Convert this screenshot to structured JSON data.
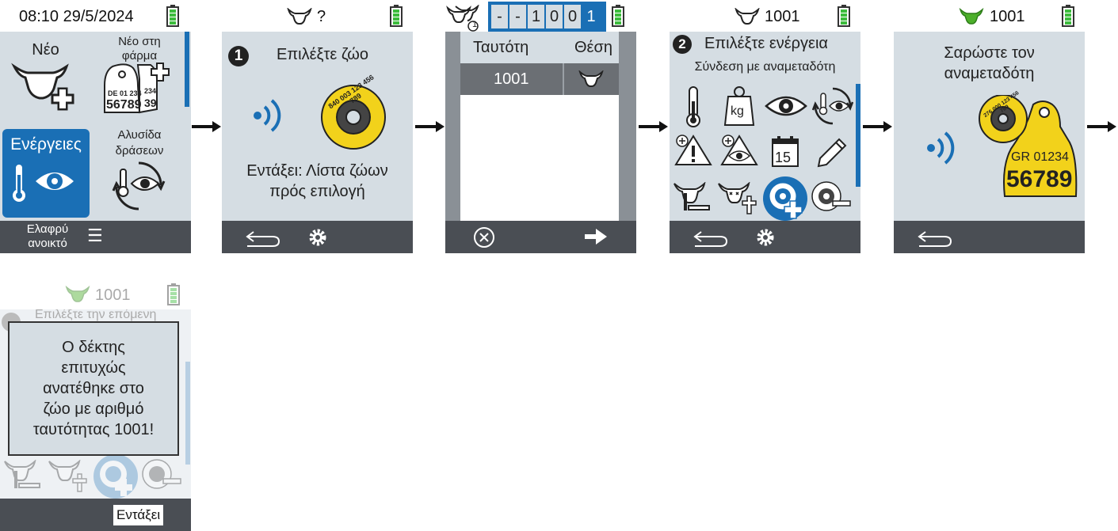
{
  "screens": {
    "s1": {
      "datetime": "08:10 29/5/2024",
      "new": "Νέο",
      "new_farm_1": "Νέο στη",
      "new_farm_2": "φάρμα",
      "tag_top": "DE 01 234",
      "tag_num": "56789",
      "tag_side1": "234",
      "tag_side2": "39",
      "actions": "Ενέργειες",
      "chain_1": "Αλυσίδα",
      "chain_2": "δράσεων",
      "soft_1": "Ελαφρύ",
      "soft_2": "ανοικτό",
      "menu_glyph": "☰"
    },
    "s2": {
      "header": "?",
      "step": "1",
      "title": "Επιλέξτε ζώο",
      "disc_text": "840 003 123 456 789",
      "line1": "Εντάξει: Λίστα ζώων",
      "line2": "πρός επιλογή"
    },
    "s3": {
      "herd_count": "1",
      "digits": [
        "-",
        "-",
        "1",
        "0",
        "0",
        "1"
      ],
      "col_id": "Ταυτότη",
      "col_pos": "Θέση",
      "row_id": "1001"
    },
    "s4": {
      "header": "1001",
      "step": "2",
      "title": "Επιλέξτε ενέργεια",
      "subtitle": "Σύνδεση με αναμεταδότη",
      "kg": "kg",
      "day": "15"
    },
    "s5": {
      "header": "1001",
      "title1": "Σαρώστε τον",
      "title2": "αναμεταδότη",
      "disc_text": "276 000 123 456 789",
      "tag_top": "GR 01234",
      "tag_num": "56789"
    },
    "s6": {
      "header": "1001",
      "behind": "Επιλέξτε την επόμενη",
      "msg1": "Ο δέκτης",
      "msg2": "επιτυχώς",
      "msg3": "ανατέθηκε στο",
      "msg4": "ζώο με αριθμό",
      "msg5": "ταυτότητας 1001!",
      "ok": "Εντάξει"
    }
  },
  "colors": {
    "bg": "#d5dde3",
    "bar": "#4a4e54",
    "accent": "#1a6fb5",
    "battery": "#3cbc3c",
    "cow_green": "#4caf2a",
    "tag_yellow": "#f2d21b"
  }
}
